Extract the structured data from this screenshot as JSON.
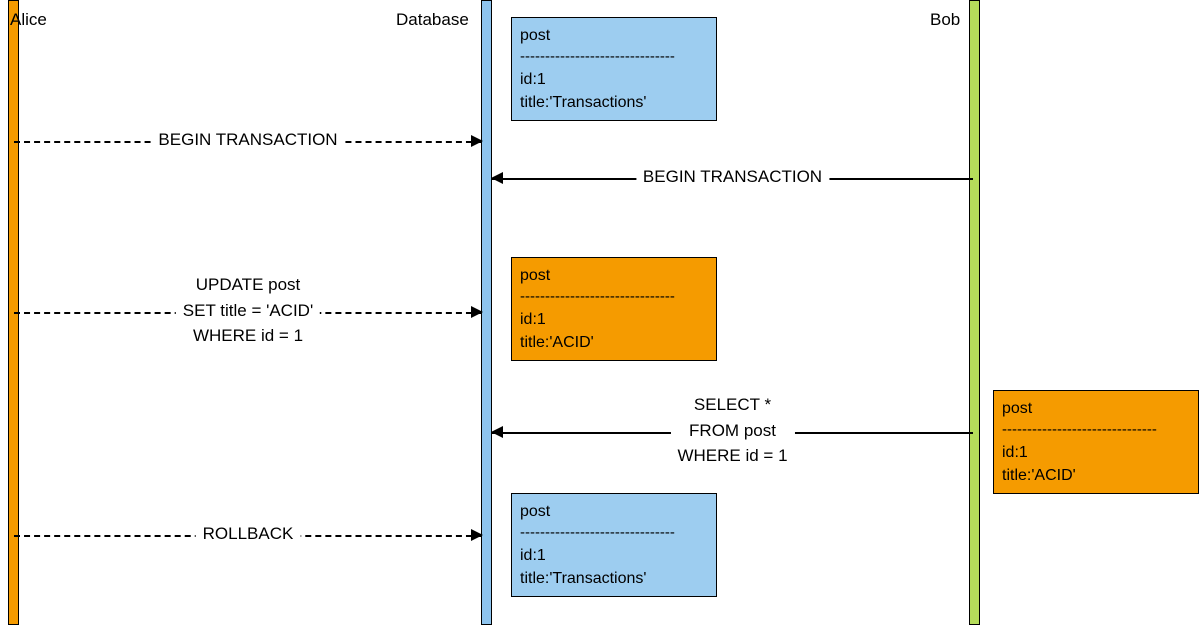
{
  "diagram": {
    "type": "sequence-diagram",
    "title": "",
    "actors": [
      {
        "id": "alice",
        "label": "Alice",
        "color": "#f59b00"
      },
      {
        "id": "database",
        "label": "Database",
        "color": "#8ec4ee"
      },
      {
        "id": "bob",
        "label": "Bob",
        "color": "#b5dc5a"
      }
    ],
    "messages": [
      {
        "id": "m1",
        "text": "BEGIN TRANSACTION",
        "from": "alice",
        "to": "database",
        "style": "dashed",
        "direction": "right"
      },
      {
        "id": "m2",
        "text": "BEGIN TRANSACTION",
        "from": "bob",
        "to": "database",
        "style": "solid",
        "direction": "left"
      },
      {
        "id": "m3",
        "lines": [
          "UPDATE post",
          "SET title = 'ACID'",
          "WHERE id = 1"
        ],
        "from": "alice",
        "to": "database",
        "style": "dashed",
        "direction": "right"
      },
      {
        "id": "m4",
        "lines": [
          "SELECT *",
          "FROM post",
          "WHERE id = 1"
        ],
        "from": "bob",
        "to": "database",
        "style": "solid",
        "direction": "left"
      },
      {
        "id": "m5",
        "text": "ROLLBACK",
        "from": "alice",
        "to": "database",
        "style": "dashed",
        "direction": "right"
      }
    ],
    "notes": [
      {
        "id": "n1",
        "color": "#9dcdf0",
        "title": "post",
        "separator": "-------------------------------",
        "fields": [
          "id:1",
          "title:'Transactions'"
        ]
      },
      {
        "id": "n2",
        "color": "#f59b00",
        "title": "post",
        "separator": "-------------------------------",
        "fields": [
          "id:1",
          "title:'ACID'"
        ]
      },
      {
        "id": "n3",
        "color": "#9dcdf0",
        "title": "post",
        "separator": "-------------------------------",
        "fields": [
          "id:1",
          "title:'Transactions'"
        ]
      },
      {
        "id": "n4",
        "color": "#f59b00",
        "title": "post",
        "separator": "-------------------------------",
        "fields": [
          "id:1",
          "title:'ACID'"
        ]
      }
    ]
  }
}
